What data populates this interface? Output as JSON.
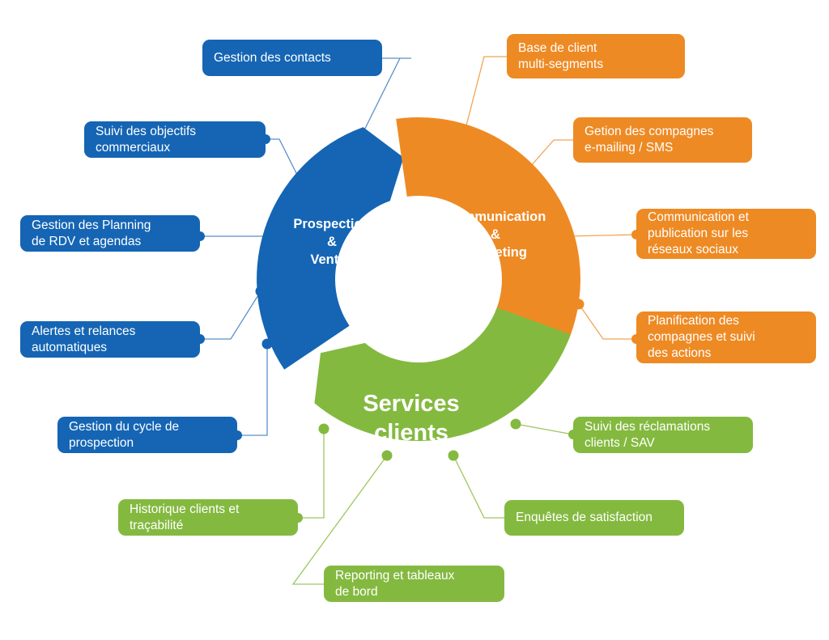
{
  "colors": {
    "blue": "#1565b4",
    "orange": "#ee8a24",
    "green": "#84b940",
    "connector_blue": "#5b8fc8",
    "connector_orange": "#f0a455",
    "connector_green": "#9cc65d"
  },
  "segments": {
    "prospection": "Prospection\n&\nVentes",
    "marketing": "Communication\n&\nMarketing",
    "services": "Services\nclients"
  },
  "blue_items": [
    "Gestion des contacts",
    "Suivi des objectifs\ncommerciaux",
    "Gestion des Planning\nde RDV et agendas",
    "Alertes et relances\nautomatiques",
    "Gestion du cycle de\nprospection"
  ],
  "orange_items": [
    "Base de client\nmulti-segments",
    "Getion des compagnes\ne-mailing / SMS",
    "Communication et\npublication sur les\nréseaux sociaux",
    "Planification des\ncompagnes et suivi\ndes actions"
  ],
  "green_items": [
    "Suivi  des réclamations\nclients / SAV",
    "Enquêtes de satisfaction",
    "Reporting et tableaux\nde bord",
    "Historique clients et\ntraçabilité"
  ]
}
